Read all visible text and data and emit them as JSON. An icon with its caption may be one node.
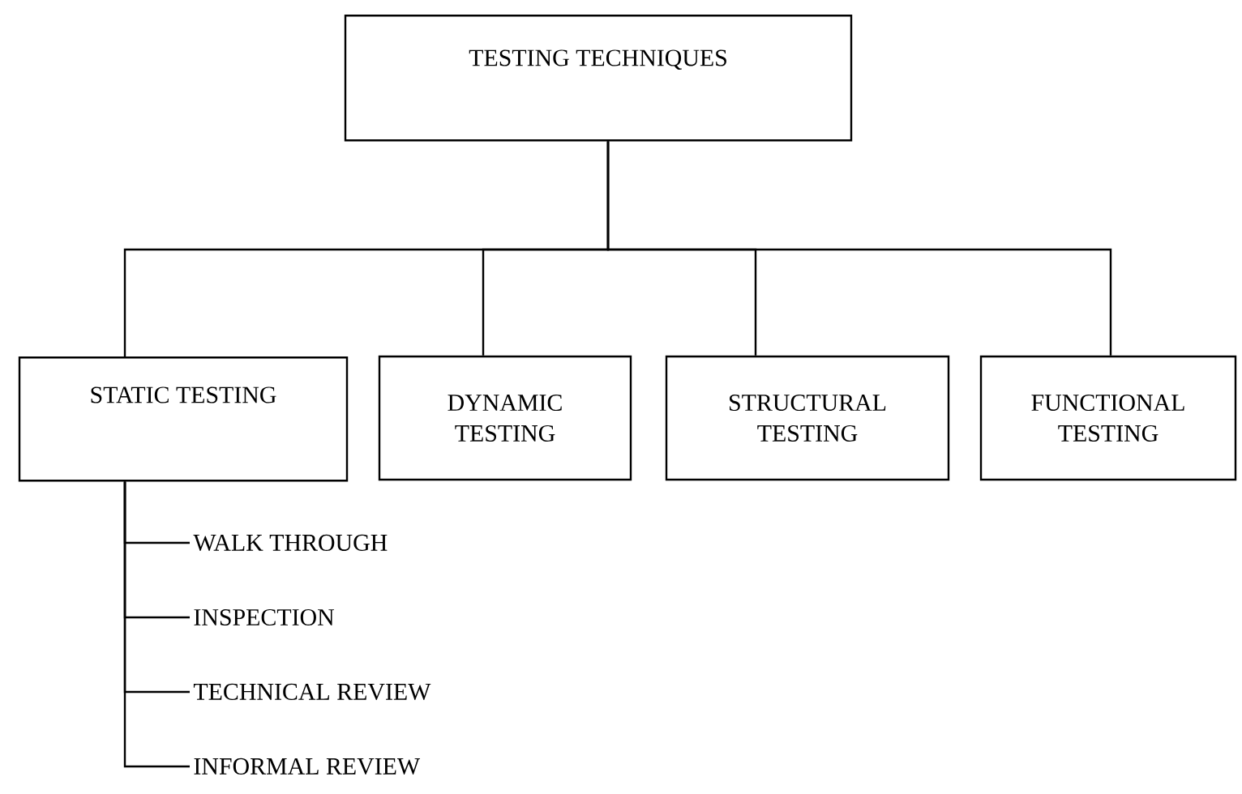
{
  "diagram": {
    "nodes": [
      {
        "text": [
          "TESTING TECHNIQUES"
        ]
      },
      {
        "text": [
          "STATIC TESTING"
        ]
      },
      {
        "text": [
          "DYNAMIC TESTING"
        ]
      },
      {
        "text": [
          "STRUCTURAL TESTING"
        ]
      },
      {
        "text": [
          "FUNCTIONAL TESTING"
        ]
      },
      {
        "text": [
          "WALK THROUGH"
        ]
      },
      {
        "text": [
          "INSPECTION"
        ]
      },
      {
        "text": [
          "TECHNICAL REVIEW"
        ]
      },
      {
        "text": [
          "INFORMAL REVIEW"
        ]
      }
    ],
    "edges": [
      {
        "from": 0,
        "to": 1,
        "arrow": "none"
      },
      {
        "from": 0,
        "to": 2,
        "arrow": "none"
      },
      {
        "from": 0,
        "to": 3,
        "arrow": "none"
      },
      {
        "from": 0,
        "to": 4,
        "arrow": "none"
      },
      {
        "from": 1,
        "to": 5,
        "arrow": "none"
      },
      {
        "from": 1,
        "to": 6,
        "arrow": "none"
      },
      {
        "from": 1,
        "to": 7,
        "arrow": "none"
      },
      {
        "from": 1,
        "to": 8,
        "arrow": "none"
      }
    ]
  }
}
